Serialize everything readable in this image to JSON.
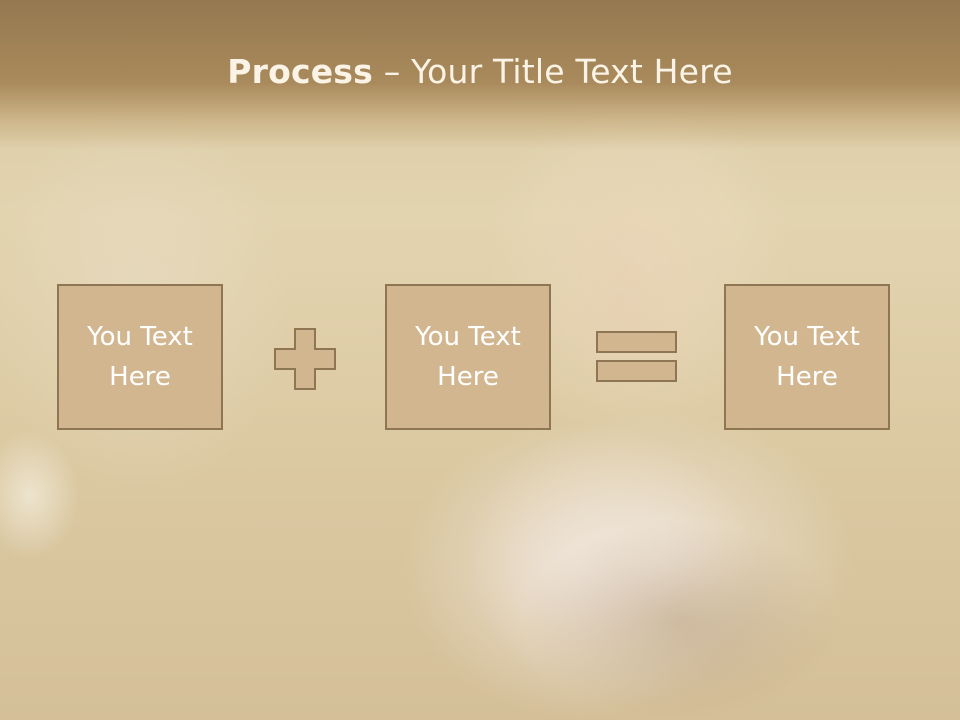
{
  "title": {
    "bold": "Process",
    "separator": " – ",
    "rest": "Your Title Text Here"
  },
  "boxes": [
    {
      "label": "You Text\nHere"
    },
    {
      "label": "You Text\nHere"
    },
    {
      "label": "You Text\nHere"
    }
  ],
  "operators": {
    "first": "plus-icon",
    "second": "equals-icon"
  },
  "colors": {
    "header": "#a38456",
    "box_fill": "#d2b68f",
    "box_border": "#8e7553",
    "text": "#ffffff"
  }
}
